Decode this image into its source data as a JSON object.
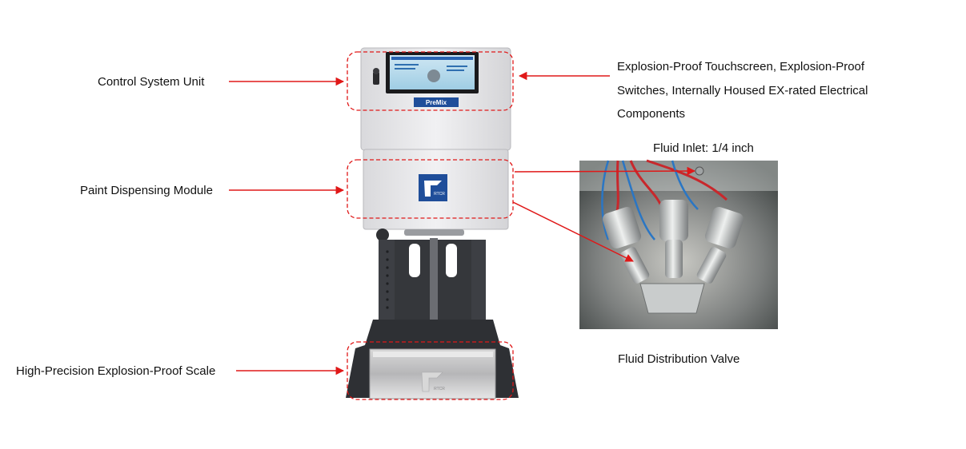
{
  "labels": {
    "control_system_unit": "Control System Unit",
    "paint_dispensing_module": "Paint Dispensing Module",
    "scale": "High-Precision Explosion-Proof Scale",
    "touchscreen": "Explosion-Proof Touchscreen, Explosion-Proof Switches, Internally Housed EX-rated Electrical Components",
    "fluid_inlet": "Fluid Inlet: 1/4 inch",
    "fluid_valve": "Fluid Distribution Valve"
  },
  "branding": {
    "panel_logo": "PreMix",
    "module_logo_text": "RTCR",
    "scale_logo_text": "RTCR"
  },
  "colors": {
    "callout": "#e01818",
    "panel_blue": "#1f4e9a",
    "cabinet": "#e9e9eb",
    "stand": "#3d3f44"
  }
}
